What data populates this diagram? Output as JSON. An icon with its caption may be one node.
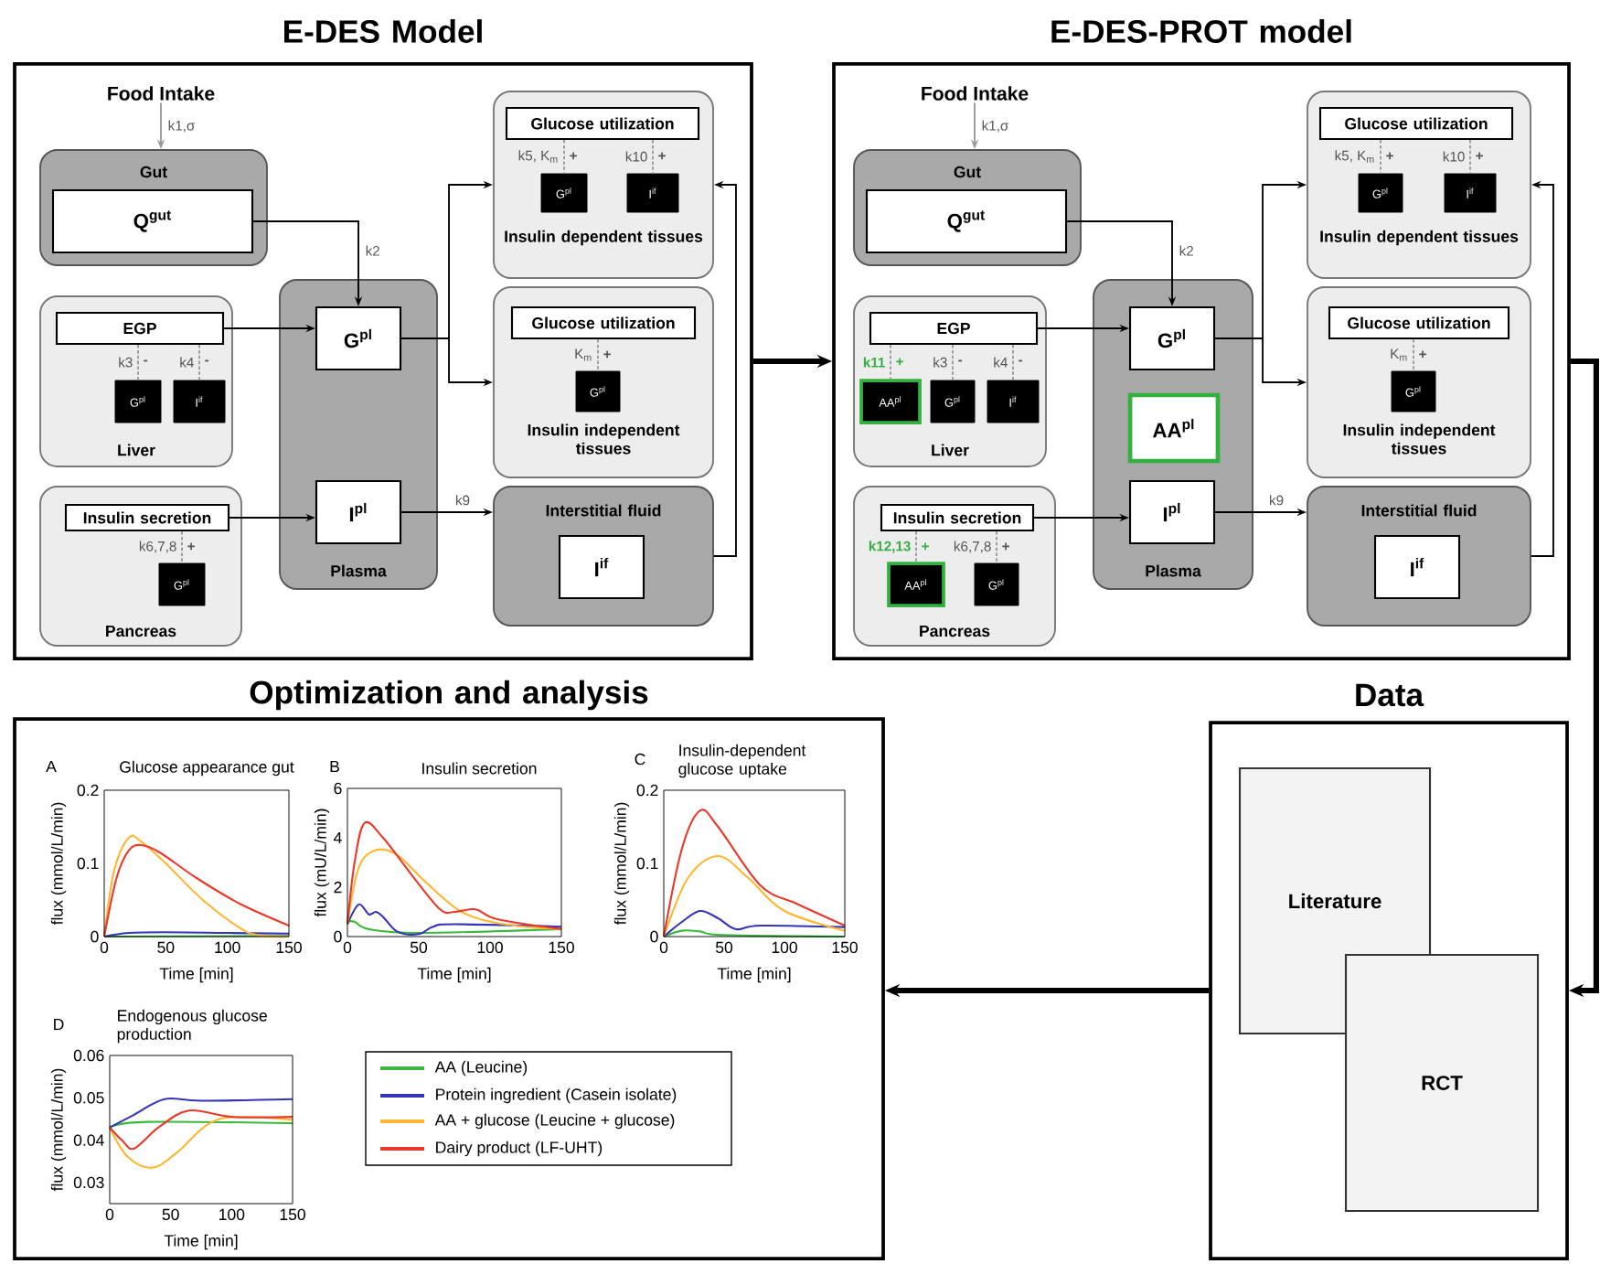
{
  "diagram": {
    "nodes": [
      {
        "text": [
          "E-DES Model"
        ]
      },
      {
        "text": [
          "Food Intake"
        ],
        "in": 0
      },
      {
        "text": [
          "Gut"
        ],
        "in": 0
      },
      {
        "text": [
          "Q$^{gut}$"
        ],
        "in": 2
      },
      {
        "text": [
          "Liver"
        ],
        "in": 0
      },
      {
        "text": [
          "EGP"
        ],
        "in": 4
      },
      {
        "text": [
          "G$^{pl}$"
        ],
        "in": 4
      },
      {
        "text": [
          "I$^{if}$"
        ],
        "in": 4
      },
      {
        "text": [
          "Pancreas"
        ],
        "in": 0
      },
      {
        "text": [
          "Insulin secretion"
        ],
        "in": 8
      },
      {
        "text": [
          "G$^{pl}$"
        ],
        "in": 8
      },
      {
        "text": [
          "Plasma"
        ],
        "in": 0
      },
      {
        "text": [
          "G$^{pl}$"
        ],
        "in": 11
      },
      {
        "text": [
          "I$^{pl}$"
        ],
        "in": 11
      },
      {
        "text": [
          "Insulin dependent tissues"
        ],
        "in": 0
      },
      {
        "text": [
          "Glucose utilization"
        ],
        "in": 14
      },
      {
        "text": [
          "G$^{pl}$"
        ],
        "in": 14
      },
      {
        "text": [
          "I$^{if}$"
        ],
        "in": 14
      },
      {
        "text": [
          "Insulin independent tissues"
        ],
        "in": 0
      },
      {
        "text": [
          "Glucose utilization"
        ],
        "in": 18
      },
      {
        "text": [
          "G$^{pl}$"
        ],
        "in": 18
      },
      {
        "text": [
          "Interstitial fluid"
        ],
        "in": 0
      },
      {
        "text": [
          "I$^{if}$"
        ],
        "in": 21
      },
      {
        "text": [
          "E-DES-PROT model"
        ]
      },
      {
        "text": [
          "Food Intake"
        ],
        "in": 23
      },
      {
        "text": [
          "Gut"
        ],
        "in": 23
      },
      {
        "text": [
          "Q$^{gut}$"
        ],
        "in": 25
      },
      {
        "text": [
          "Liver"
        ],
        "in": 23
      },
      {
        "text": [
          "EGP"
        ],
        "in": 27
      },
      {
        "text": [
          "AA$^{pl}$"
        ],
        "in": 27
      },
      {
        "text": [
          "G$^{pl}$"
        ],
        "in": 27
      },
      {
        "text": [
          "I$^{if}$"
        ],
        "in": 27
      },
      {
        "text": [
          "Pancreas"
        ],
        "in": 23
      },
      {
        "text": [
          "Insulin secretion"
        ],
        "in": 32
      },
      {
        "text": [
          "AA$^{pl}$"
        ],
        "in": 32
      },
      {
        "text": [
          "G$^{pl}$"
        ],
        "in": 32
      },
      {
        "text": [
          "Plasma"
        ],
        "in": 23
      },
      {
        "text": [
          "G$^{pl}$"
        ],
        "in": 36
      },
      {
        "text": [
          "AA$^{pl}$"
        ],
        "in": 36
      },
      {
        "text": [
          "I$^{pl}$"
        ],
        "in": 36
      },
      {
        "text": [
          "Insulin dependent tissues"
        ],
        "in": 23
      },
      {
        "text": [
          "Glucose utilization"
        ],
        "in": 40
      },
      {
        "text": [
          "G$^{pl}$"
        ],
        "in": 40
      },
      {
        "text": [
          "I$^{if}$"
        ],
        "in": 40
      },
      {
        "text": [
          "Insulin independent tissues"
        ],
        "in": 23
      },
      {
        "text": [
          "Glucose utilization"
        ],
        "in": 44
      },
      {
        "text": [
          "G$^{pl}$"
        ],
        "in": 44
      },
      {
        "text": [
          "Interstitial fluid"
        ],
        "in": 23
      },
      {
        "text": [
          "I$^{if}$"
        ],
        "in": 47
      },
      {
        "text": [
          "Optimization and analysis"
        ]
      },
      {
        "text": [
          "Data"
        ]
      },
      {
        "text": [
          "Literature"
        ],
        "in": 50
      },
      {
        "text": [
          "RCT"
        ],
        "in": 50
      }
    ],
    "edges": [
      {
        "from": 1,
        "to": 2,
        "arrow": "to",
        "label": "k1,σ",
        "color": "#999999"
      },
      {
        "from": 3,
        "to": 12,
        "arrow": "to",
        "label": "k2"
      },
      {
        "from": 5,
        "to": 12,
        "arrow": "to"
      },
      {
        "from": 9,
        "to": 13,
        "arrow": "to"
      },
      {
        "from": 12,
        "to": 14,
        "arrow": "to"
      },
      {
        "from": 12,
        "to": 18,
        "arrow": "to"
      },
      {
        "from": 13,
        "to": 21,
        "arrow": "to",
        "label": "k9"
      },
      {
        "from": 21,
        "to": 14,
        "arrow": "to"
      },
      {
        "from": 5,
        "to": 6,
        "arrow": "none",
        "label": "k3",
        "style": "dashed",
        "color": "#999999"
      },
      {
        "from": 5,
        "to": 7,
        "arrow": "none",
        "label": "k4",
        "style": "dashed",
        "color": "#999999"
      },
      {
        "from": 9,
        "to": 10,
        "arrow": "none",
        "label": "k6,7,8",
        "style": "dashed",
        "color": "#999999"
      },
      {
        "from": 15,
        "to": 16,
        "arrow": "none",
        "label": "k5, K$_{m}$",
        "style": "dashed",
        "color": "#999999"
      },
      {
        "from": 15,
        "to": 17,
        "arrow": "none",
        "label": "k10",
        "style": "dashed",
        "color": "#999999"
      },
      {
        "from": 19,
        "to": 20,
        "arrow": "none",
        "label": "K$_{m}$",
        "style": "dashed",
        "color": "#999999"
      },
      {
        "from": 24,
        "to": 25,
        "arrow": "to",
        "label": "k1,σ",
        "color": "#999999"
      },
      {
        "from": 26,
        "to": 37,
        "arrow": "to",
        "label": "k2"
      },
      {
        "from": 28,
        "to": 37,
        "arrow": "to"
      },
      {
        "from": 33,
        "to": 39,
        "arrow": "to"
      },
      {
        "from": 37,
        "to": 40,
        "arrow": "to"
      },
      {
        "from": 37,
        "to": 44,
        "arrow": "to"
      },
      {
        "from": 39,
        "to": 47,
        "arrow": "to",
        "label": "k9"
      },
      {
        "from": 47,
        "to": 40,
        "arrow": "to"
      },
      {
        "from": 28,
        "to": 29,
        "arrow": "none",
        "label": "k11",
        "style": "dashed",
        "color": "#999999"
      },
      {
        "from": 28,
        "to": 30,
        "arrow": "none",
        "label": "k3",
        "style": "dashed",
        "color": "#999999"
      },
      {
        "from": 28,
        "to": 31,
        "arrow": "none",
        "label": "k4",
        "style": "dashed",
        "color": "#999999"
      },
      {
        "from": 33,
        "to": 34,
        "arrow": "none",
        "label": "k12,13",
        "style": "dashed",
        "color": "#999999"
      },
      {
        "from": 33,
        "to": 35,
        "arrow": "none",
        "label": "k6,7,8",
        "style": "dashed",
        "color": "#999999"
      },
      {
        "from": 41,
        "to": 42,
        "arrow": "none",
        "label": "k5, K$_{m}$",
        "style": "dashed",
        "color": "#999999"
      },
      {
        "from": 41,
        "to": 43,
        "arrow": "none",
        "label": "k10",
        "style": "dashed",
        "color": "#999999"
      },
      {
        "from": 45,
        "to": 46,
        "arrow": "none",
        "label": "K$_{m}$",
        "style": "dashed",
        "color": "#999999"
      },
      {
        "from": 0,
        "to": 23,
        "arrow": "to",
        "style": "thick"
      },
      {
        "from": 23,
        "to": 50,
        "arrow": "to",
        "style": "thick"
      },
      {
        "from": 50,
        "to": 49,
        "arrow": "to",
        "style": "thick"
      }
    ],
    "labels": [
      "-",
      "-",
      "+",
      "+",
      "+",
      "+",
      "+",
      "-",
      "-",
      "+",
      "+",
      "+",
      "+",
      "+",
      "A",
      "Glucose appearance gut",
      "B",
      "Insulin secretion",
      "C",
      "Insulin-dependent glucose uptake",
      "flux (mmol/L/min)",
      "0.2",
      "0.1",
      "0",
      "0",
      "50",
      "100",
      "150",
      "Time [min]",
      "flux (mU/L/min)",
      "6",
      "4",
      "2",
      "0",
      "0",
      "50",
      "100",
      "150",
      "Time [min]",
      "flux (mmol/L/min)",
      "0.2",
      "0.1",
      "0",
      "0",
      "50",
      "100",
      "150",
      "Time [min]",
      "D",
      "Endogenous glucose production",
      "flux (mmol/L/min)",
      "0.06",
      "0.05",
      "0.04",
      "0.03",
      "0",
      "50",
      "100",
      "150",
      "Time [min]"
    ],
    "legend": [
      {
        "text": "AA (Leucine)",
        "color": "#3cb93c"
      },
      {
        "text": "Protein ingredient (Casein isolate)",
        "color": "#3535b5"
      },
      {
        "text": "AA + glucose (Leucine + glucose)",
        "color": "#ffb733"
      },
      {
        "text": "Dairy product (LF-UHT)",
        "color": "#e8392b"
      }
    ]
  }
}
